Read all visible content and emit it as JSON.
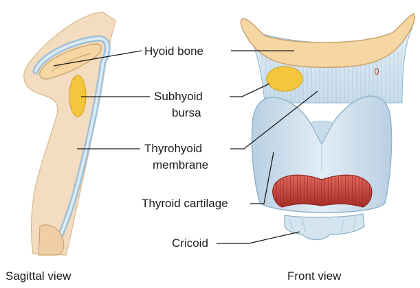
{
  "labels": {
    "hyoid_bone": "Hyoid bone",
    "subhyoid_line1": "Subhyoid",
    "subhyoid_line2": "bursa",
    "thyrohyoid_line1": "Thyrohyoid",
    "thyrohyoid_line2": "membrane",
    "thyroid_cartilage": "Thyroid cartilage",
    "cricoid": "Cricoid"
  },
  "captions": {
    "sagittal": "Sagittal view",
    "front": "Front view"
  },
  "colors": {
    "bone": "#f6d7a4",
    "bone_outline": "#c9a46e",
    "cartilage": "#cfe1ee",
    "cartilage_outline": "#8fb3cc",
    "bursa": "#f4c63c",
    "muscle": "#c8413a",
    "tissue": "#f3dcc0"
  }
}
